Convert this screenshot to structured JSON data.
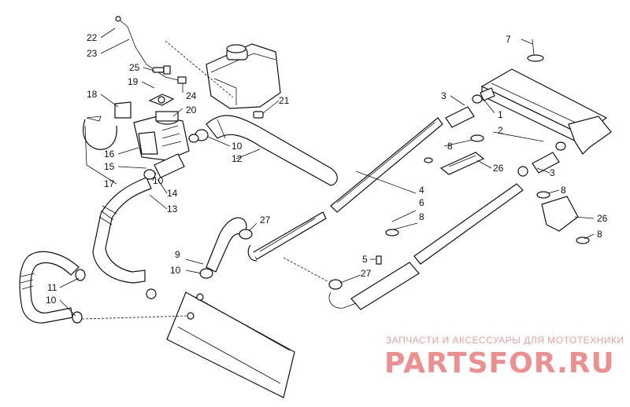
{
  "labels": {
    "p1": "1",
    "p2": "2",
    "p3a": "3",
    "p3b": "3",
    "p4": "4",
    "p5": "5",
    "p6": "6",
    "p7": "7",
    "p8a": "8",
    "p8b": "8",
    "p8c": "8",
    "p8d": "8",
    "p9": "9",
    "p10a": "10",
    "p10b": "10",
    "p10c": "10",
    "p10d": "10",
    "p11": "11",
    "p12": "12",
    "p13": "13",
    "p14": "14",
    "p15": "15",
    "p16": "16",
    "p17": "17",
    "p18": "18",
    "p19": "19",
    "p20": "20",
    "p21": "21",
    "p22": "22",
    "p23": "23",
    "p24": "24",
    "p25": "25",
    "p26a": "26",
    "p26b": "26",
    "p27a": "27",
    "p27b": "27"
  },
  "watermark": {
    "tagline": "ЗАПЧАСТИ И АКСЕССУАРЫ ДЛЯ МОТОТЕХНИКИ",
    "brand": "PARTSFOR.RU"
  }
}
